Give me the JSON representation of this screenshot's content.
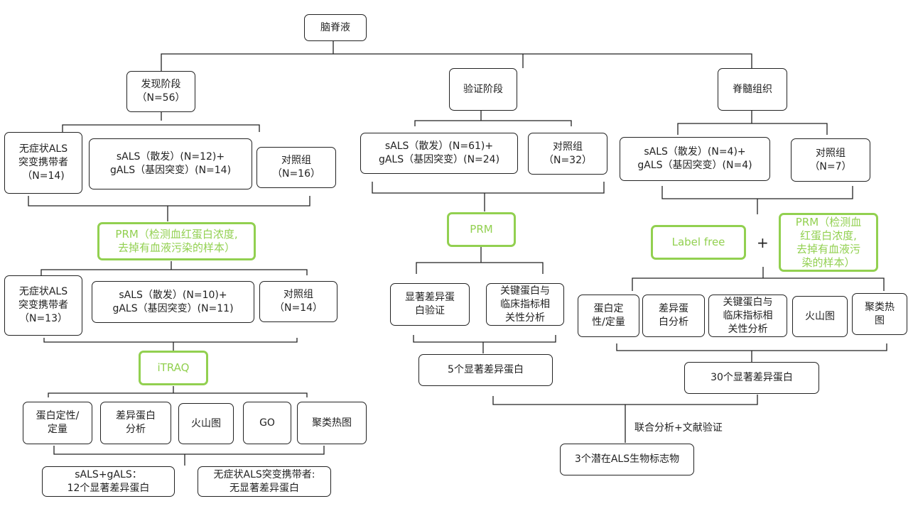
{
  "root": "脑脊液",
  "discovery": {
    "title": [
      "发现阶段",
      "（N=56）"
    ],
    "groups1": {
      "asym": [
        "无症状ALS",
        "突变携带者",
        "（N=14)"
      ],
      "als": [
        "sALS（散发）(N=12)+",
        "gALS（基因突变）(N=14)"
      ],
      "ctrl": [
        "对照组",
        "（N=16）"
      ]
    },
    "prm": [
      "PRM（检测血红蛋白浓度,",
      "去掉有血液污染的样本）"
    ],
    "groups2": {
      "asym": [
        "无症状ALS",
        "突变携带者",
        "（N=13）"
      ],
      "als": [
        "sALS（散发）(N=10)+",
        "gALS（基因突变）(N=11)"
      ],
      "ctrl": [
        "对照组",
        "（N=14）"
      ]
    },
    "itraq": "iTRAQ",
    "analyses": [
      [
        "蛋白定性/",
        "定量"
      ],
      [
        "差异蛋白",
        "分析"
      ],
      [
        "火山图"
      ],
      [
        "GO"
      ],
      [
        "聚类热图"
      ]
    ],
    "results": {
      "als": [
        "sALS+gALS：",
        "12个显著差异蛋白"
      ],
      "asym": [
        "无症状ALS突变携带者:",
        "无显著差异蛋白"
      ]
    }
  },
  "validation": {
    "title": "验证阶段",
    "als": [
      "sALS（散发）(N=61)+",
      "gALS（基因突变）(N=24)"
    ],
    "ctrl": [
      "对照组",
      "（N=32）"
    ],
    "prm": "PRM",
    "a1": [
      "显著差异蛋",
      "白验证"
    ],
    "a2": [
      "关键蛋白与",
      "临床指标相",
      "关性分析"
    ],
    "result": "5个显著差异蛋白"
  },
  "spinal": {
    "title": "脊髓组织",
    "als": [
      "sALS（散发）(N=4)+",
      "gALS（基因突变）(N=4)"
    ],
    "ctrl": [
      "对照组",
      "（N=7）"
    ],
    "labelfree": "Label free",
    "plus": "+",
    "prm": [
      "PRM（检测血",
      "红蛋白浓度,",
      "去掉有血液污",
      "染的样本）"
    ],
    "analyses": [
      [
        "蛋白定",
        "性/定量"
      ],
      [
        "差异蛋",
        "白分析"
      ],
      [
        "关键蛋白与",
        "临床指标相",
        "关性分析"
      ],
      [
        "火山图"
      ],
      [
        "聚类热",
        "图"
      ]
    ],
    "result": "30个显著差异蛋白"
  },
  "joint": "联合分析+文献验证",
  "final": "3个潜在ALS生物标志物"
}
